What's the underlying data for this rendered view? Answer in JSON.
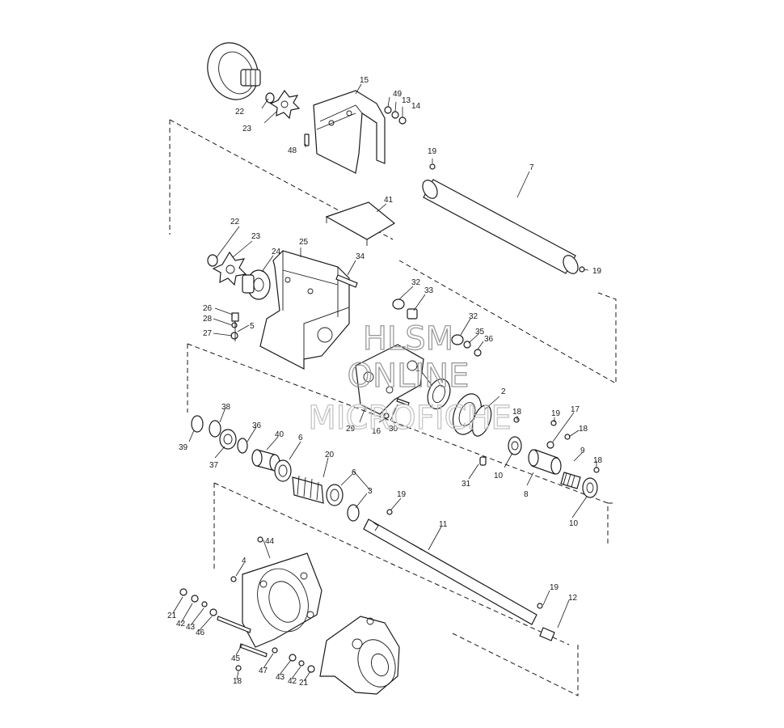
{
  "watermark": {
    "line1": "HLSM",
    "line2": "ONLINE",
    "line3": "MICROFICHE"
  },
  "callouts": {
    "c1": "1",
    "c2": "2",
    "c3": "3",
    "c4": "4",
    "c5": "5",
    "c6a": "6",
    "c6b": "6",
    "c7": "7",
    "c8": "8",
    "c9": "9",
    "c10a": "10",
    "c10b": "10",
    "c11": "11",
    "c12": "12",
    "c13": "13",
    "c14": "14",
    "c15": "15",
    "c16": "16",
    "c17": "17",
    "c18a": "18",
    "c18b": "18",
    "c18c": "18",
    "c18d": "18",
    "c19a": "19",
    "c19b": "19",
    "c19c": "19",
    "c19d": "19",
    "c19e": "19",
    "c20": "20",
    "c21a": "21",
    "c21b": "21",
    "c22a": "22",
    "c22b": "22",
    "c23a": "23",
    "c23b": "23",
    "c24": "24",
    "c25": "25",
    "c26": "26",
    "c27": "27",
    "c28": "28",
    "c29": "29",
    "c30": "30",
    "c31": "31",
    "c32a": "32",
    "c32b": "32",
    "c33": "33",
    "c34": "34",
    "c35": "35",
    "c36a": "36",
    "c36b": "36",
    "c37": "37",
    "c38": "38",
    "c39": "39",
    "c40": "40",
    "c41": "41",
    "c42a": "42",
    "c42b": "42",
    "c43a": "43",
    "c43b": "43",
    "c44": "44",
    "c45": "45",
    "c46": "46",
    "c47": "47",
    "c48": "48",
    "c49": "49"
  }
}
